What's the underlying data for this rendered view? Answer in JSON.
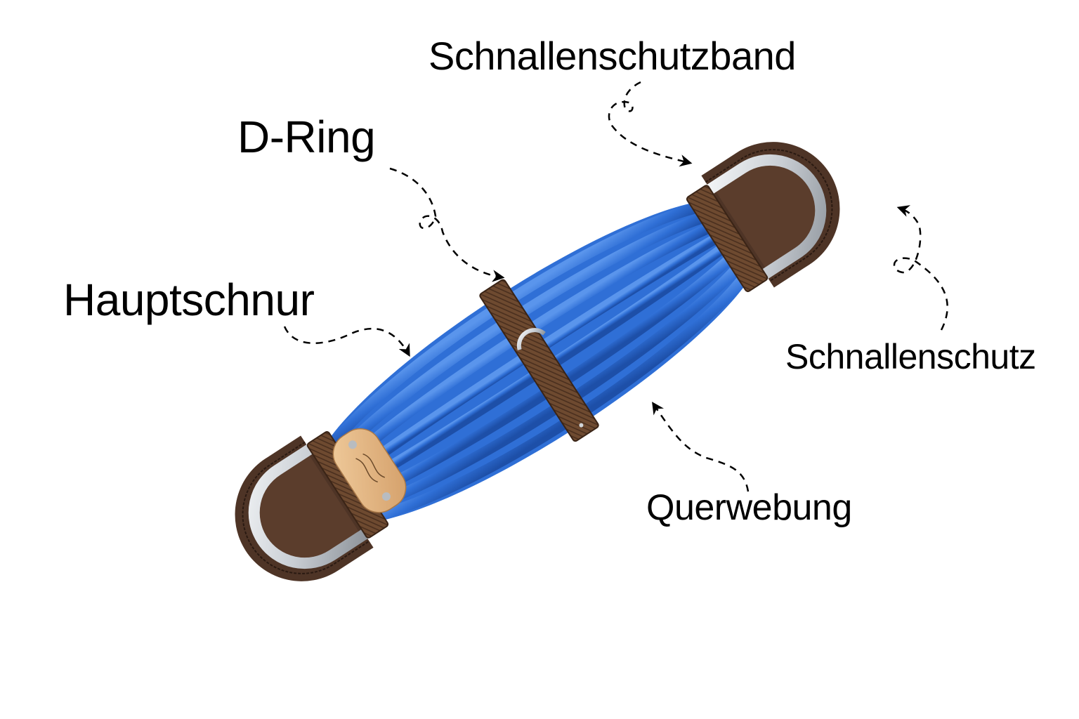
{
  "diagram": {
    "subject": "Western cinch with blue cord strands",
    "colors": {
      "cord": "#2f6fd6",
      "cord_highlight": "#5a95ec",
      "cord_shadow": "#1d4fa8",
      "leather": "#4e3426",
      "leather_light": "#6a4a38",
      "strap": "#6e4a30",
      "strap_stripe": "#4a2f1e",
      "metal": "#c9ced4",
      "metal_dark": "#8e949b",
      "badge": "#e2b584",
      "arrow": "#000000"
    },
    "labels": [
      {
        "id": "schnallenschutzband",
        "text": "Schnallenschutzband"
      },
      {
        "id": "d-ring",
        "text": "D-Ring"
      },
      {
        "id": "hauptschnur",
        "text": "Hauptschnur"
      },
      {
        "id": "schnallenschutz",
        "text": "Schnallenschutz"
      },
      {
        "id": "querwebung",
        "text": "Querwebung"
      }
    ]
  }
}
